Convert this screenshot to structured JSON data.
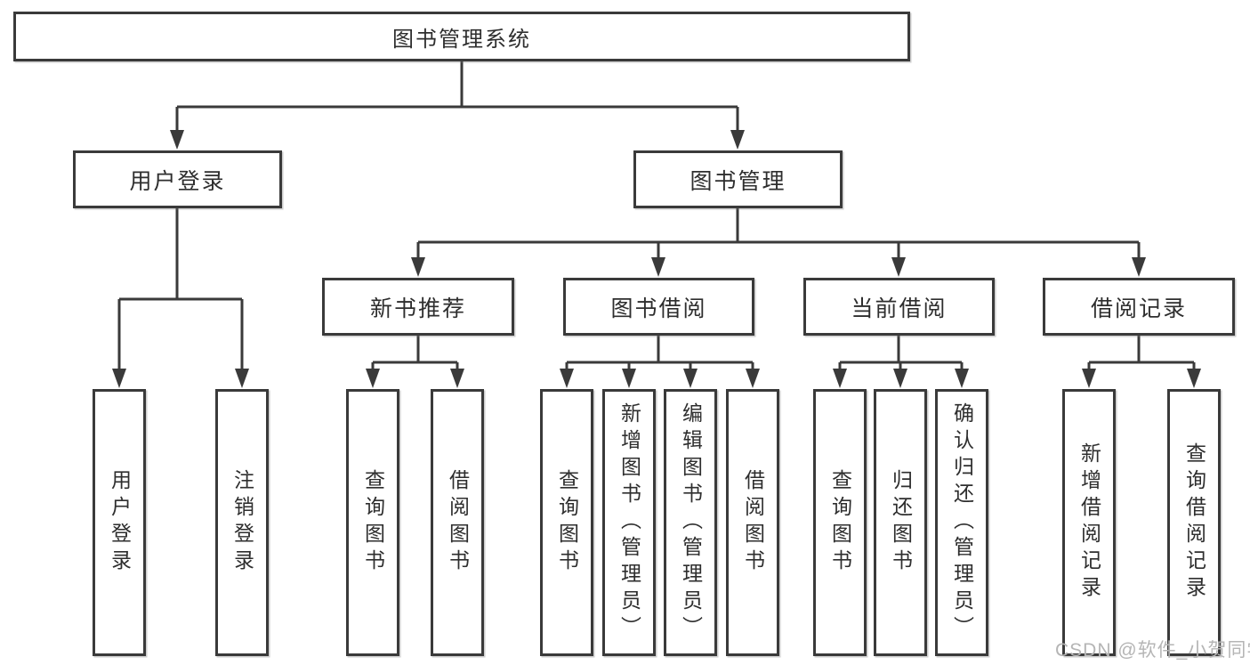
{
  "diagram_type": "hierarchy-tree",
  "colors": {
    "line": "#3a3a3a",
    "text": "#2e2e2e",
    "box_background": "#ffffff",
    "watermark": "#b5b5b5"
  },
  "tree": {
    "label": "图书管理系统",
    "children": [
      {
        "label": "用户登录",
        "children": [
          {
            "label": "用户登录"
          },
          {
            "label": "注销登录"
          }
        ]
      },
      {
        "label": "图书管理",
        "children": [
          {
            "label": "新书推荐",
            "children": [
              {
                "label": "查询图书"
              },
              {
                "label": "借阅图书"
              }
            ]
          },
          {
            "label": "图书借阅",
            "children": [
              {
                "label": "查询图书"
              },
              {
                "label": "新增图书（管理员）"
              },
              {
                "label": "编辑图书（管理员）"
              },
              {
                "label": "借阅图书"
              }
            ]
          },
          {
            "label": "当前借阅",
            "children": [
              {
                "label": "查询图书"
              },
              {
                "label": "归还图书"
              },
              {
                "label": "确认归还（管理员）"
              }
            ]
          },
          {
            "label": "借阅记录",
            "children": [
              {
                "label": "新增借阅记录"
              },
              {
                "label": "查询借阅记录"
              }
            ]
          }
        ]
      }
    ]
  },
  "watermark": "CSDN @软件_小贺同学"
}
